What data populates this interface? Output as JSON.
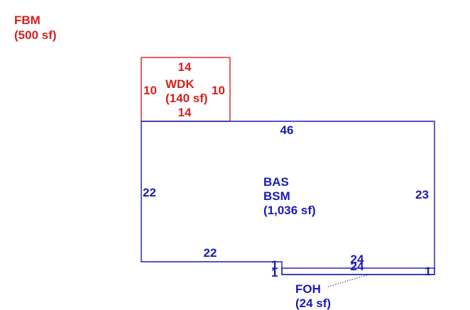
{
  "colors": {
    "red": "#d42020",
    "blue": "#1a1ab4"
  },
  "legend": {
    "code": "FBM",
    "area": "(500 sf)"
  },
  "wdk": {
    "code": "WDK",
    "area": "(140 sf)",
    "top": "14",
    "bottom": "14",
    "left": "10",
    "right": "10"
  },
  "main": {
    "code1": "BAS",
    "code2": "BSM",
    "area": "(1,036 sf)",
    "top": "46",
    "left": "22",
    "right": "23",
    "bottom": "22"
  },
  "foh": {
    "code": "FOH",
    "area": "(24 sf)",
    "top": "24",
    "bottom": "24",
    "left_a": "1",
    "left_b": "1",
    "right": "1"
  }
}
